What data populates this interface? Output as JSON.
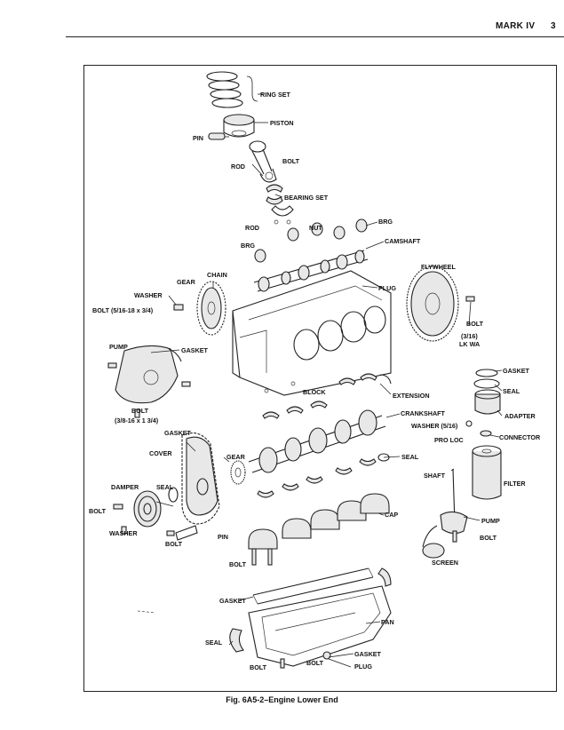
{
  "header": {
    "title": "MARK IV",
    "page": "3"
  },
  "caption": "Fig. 6A5-2–Engine Lower End",
  "labels": {
    "ring_set": "RING SET",
    "piston": "PISTON",
    "pin_top": "PIN",
    "rod_top": "ROD",
    "bolt_rod": "BOLT",
    "bearing_set": "BEARING SET",
    "rod_mid": "ROD",
    "nut": "NUT",
    "brg_right": "BRG",
    "brg_left": "BRG",
    "camshaft": "CAMSHAFT",
    "chain": "CHAIN",
    "gear_top": "GEAR",
    "washer_top": "WASHER",
    "bolt_5_16": "BOLT (5/16-18 x 3/4)",
    "plug_block": "PLUG",
    "flywheel": "FLYWHEEL",
    "bolt_flywheel": "BOLT",
    "lk_wa_size": "(3/16)",
    "lk_wa": "LK WA",
    "pump_water": "PUMP",
    "gasket_pump": "GASKET",
    "gasket_adapter": "GASKET",
    "seal_adapter": "SEAL",
    "block": "BLOCK",
    "extension": "EXTENSION",
    "adapter": "ADAPTER",
    "bolt_3_8": "BOLT",
    "bolt_3_8_size": "(3/8-16 x 1 3/4)",
    "crankshaft": "CRANKSHAFT",
    "washer_5_16": "WASHER (5/16)",
    "pro_loc": "PRO LOC",
    "connector": "CONNECTOR",
    "gasket_cover": "GASKET",
    "cover": "COVER",
    "gear_crank": "GEAR",
    "seal_crank": "SEAL",
    "shaft": "SHAFT",
    "filter": "FILTER",
    "damper": "DAMPER",
    "seal_damper": "SEAL",
    "bolt_damper": "BOLT",
    "washer_damper": "WASHER",
    "cap": "CAP",
    "pump_oil": "PUMP",
    "bolt_oil_pump": "BOLT",
    "pin_lower": "PIN",
    "bolt_pin": "BOLT",
    "screen": "SCREEN",
    "bolt_pan_rail": "BOLT",
    "gasket_pan": "GASKET",
    "pan": "PAN",
    "seal_pan": "SEAL",
    "gasket_plug": "GASKET",
    "bolt_pan_left": "BOLT",
    "bolt_pan_right": "BOLT",
    "plug_pan": "PLUG"
  }
}
